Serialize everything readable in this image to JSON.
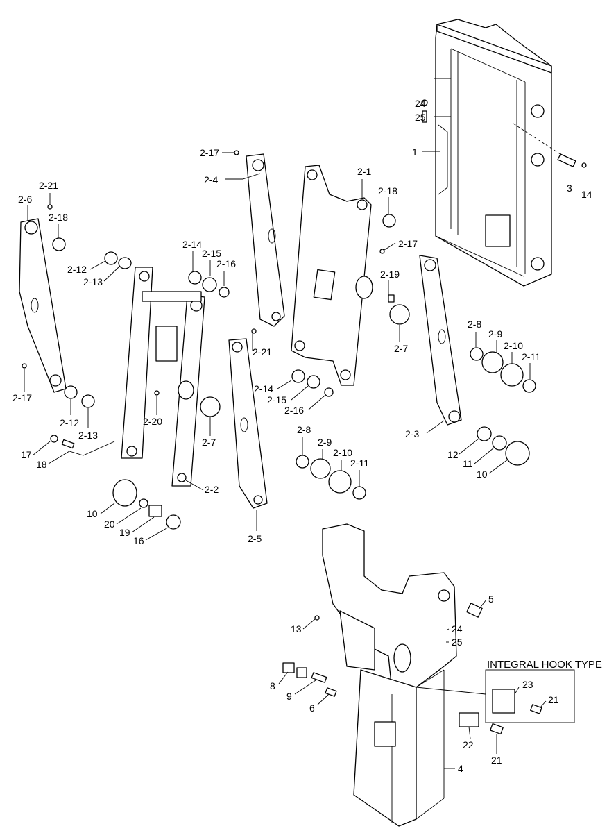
{
  "diagram": {
    "inset_title": "INTEGRAL HOOK TYPE",
    "callouts": [
      {
        "id": "c-24-top",
        "text": "24"
      },
      {
        "id": "c-25-top",
        "text": "25"
      },
      {
        "id": "c-1",
        "text": "1"
      },
      {
        "id": "c-3",
        "text": "3"
      },
      {
        "id": "c-14",
        "text": "14"
      },
      {
        "id": "c-2-17-top",
        "text": "2-17"
      },
      {
        "id": "c-2-4",
        "text": "2-4"
      },
      {
        "id": "c-2-1",
        "text": "2-1"
      },
      {
        "id": "c-2-18-right",
        "text": "2-18"
      },
      {
        "id": "c-2-21-left",
        "text": "2-21"
      },
      {
        "id": "c-2-6",
        "text": "2-6"
      },
      {
        "id": "c-2-18-left",
        "text": "2-18"
      },
      {
        "id": "c-2-14-top",
        "text": "2-14"
      },
      {
        "id": "c-2-15-top",
        "text": "2-15"
      },
      {
        "id": "c-2-16-top",
        "text": "2-16"
      },
      {
        "id": "c-2-12-top",
        "text": "2-12"
      },
      {
        "id": "c-2-13-top",
        "text": "2-13"
      },
      {
        "id": "c-2-17-mid",
        "text": "2-17"
      },
      {
        "id": "c-2-19",
        "text": "2-19"
      },
      {
        "id": "c-2-7-right",
        "text": "2-7"
      },
      {
        "id": "c-2-21-mid",
        "text": "2-21"
      },
      {
        "id": "c-2-8-right",
        "text": "2-8"
      },
      {
        "id": "c-2-9-right",
        "text": "2-9"
      },
      {
        "id": "c-2-10-right",
        "text": "2-10"
      },
      {
        "id": "c-2-11-right",
        "text": "2-11"
      },
      {
        "id": "c-2-17-left",
        "text": "2-17"
      },
      {
        "id": "c-2-14-mid",
        "text": "2-14"
      },
      {
        "id": "c-2-15-mid",
        "text": "2-15"
      },
      {
        "id": "c-2-16-mid",
        "text": "2-16"
      },
      {
        "id": "c-2-12-bottom",
        "text": "2-12"
      },
      {
        "id": "c-2-13-bottom",
        "text": "2-13"
      },
      {
        "id": "c-2-20",
        "text": "2-20"
      },
      {
        "id": "c-2-7-left",
        "text": "2-7"
      },
      {
        "id": "c-2-3",
        "text": "2-3"
      },
      {
        "id": "c-12",
        "text": "12"
      },
      {
        "id": "c-11",
        "text": "11"
      },
      {
        "id": "c-10-right",
        "text": "10"
      },
      {
        "id": "c-17",
        "text": "17"
      },
      {
        "id": "c-18",
        "text": "18"
      },
      {
        "id": "c-2-8-left",
        "text": "2-8"
      },
      {
        "id": "c-2-9-left",
        "text": "2-9"
      },
      {
        "id": "c-2-10-left",
        "text": "2-10"
      },
      {
        "id": "c-2-11-left",
        "text": "2-11"
      },
      {
        "id": "c-2-2",
        "text": "2-2"
      },
      {
        "id": "c-10-left",
        "text": "10"
      },
      {
        "id": "c-20",
        "text": "20"
      },
      {
        "id": "c-19",
        "text": "19"
      },
      {
        "id": "c-16",
        "text": "16"
      },
      {
        "id": "c-2-5",
        "text": "2-5"
      },
      {
        "id": "c-5",
        "text": "5"
      },
      {
        "id": "c-24-bottom",
        "text": "24"
      },
      {
        "id": "c-25-bottom",
        "text": "25"
      },
      {
        "id": "c-13",
        "text": "13"
      },
      {
        "id": "c-23",
        "text": "23"
      },
      {
        "id": "c-21-inset",
        "text": "21"
      },
      {
        "id": "c-8",
        "text": "8"
      },
      {
        "id": "c-9",
        "text": "9"
      },
      {
        "id": "c-6",
        "text": "6"
      },
      {
        "id": "c-22",
        "text": "22"
      },
      {
        "id": "c-21-bottom",
        "text": "21"
      },
      {
        "id": "c-4",
        "text": "4"
      }
    ]
  }
}
